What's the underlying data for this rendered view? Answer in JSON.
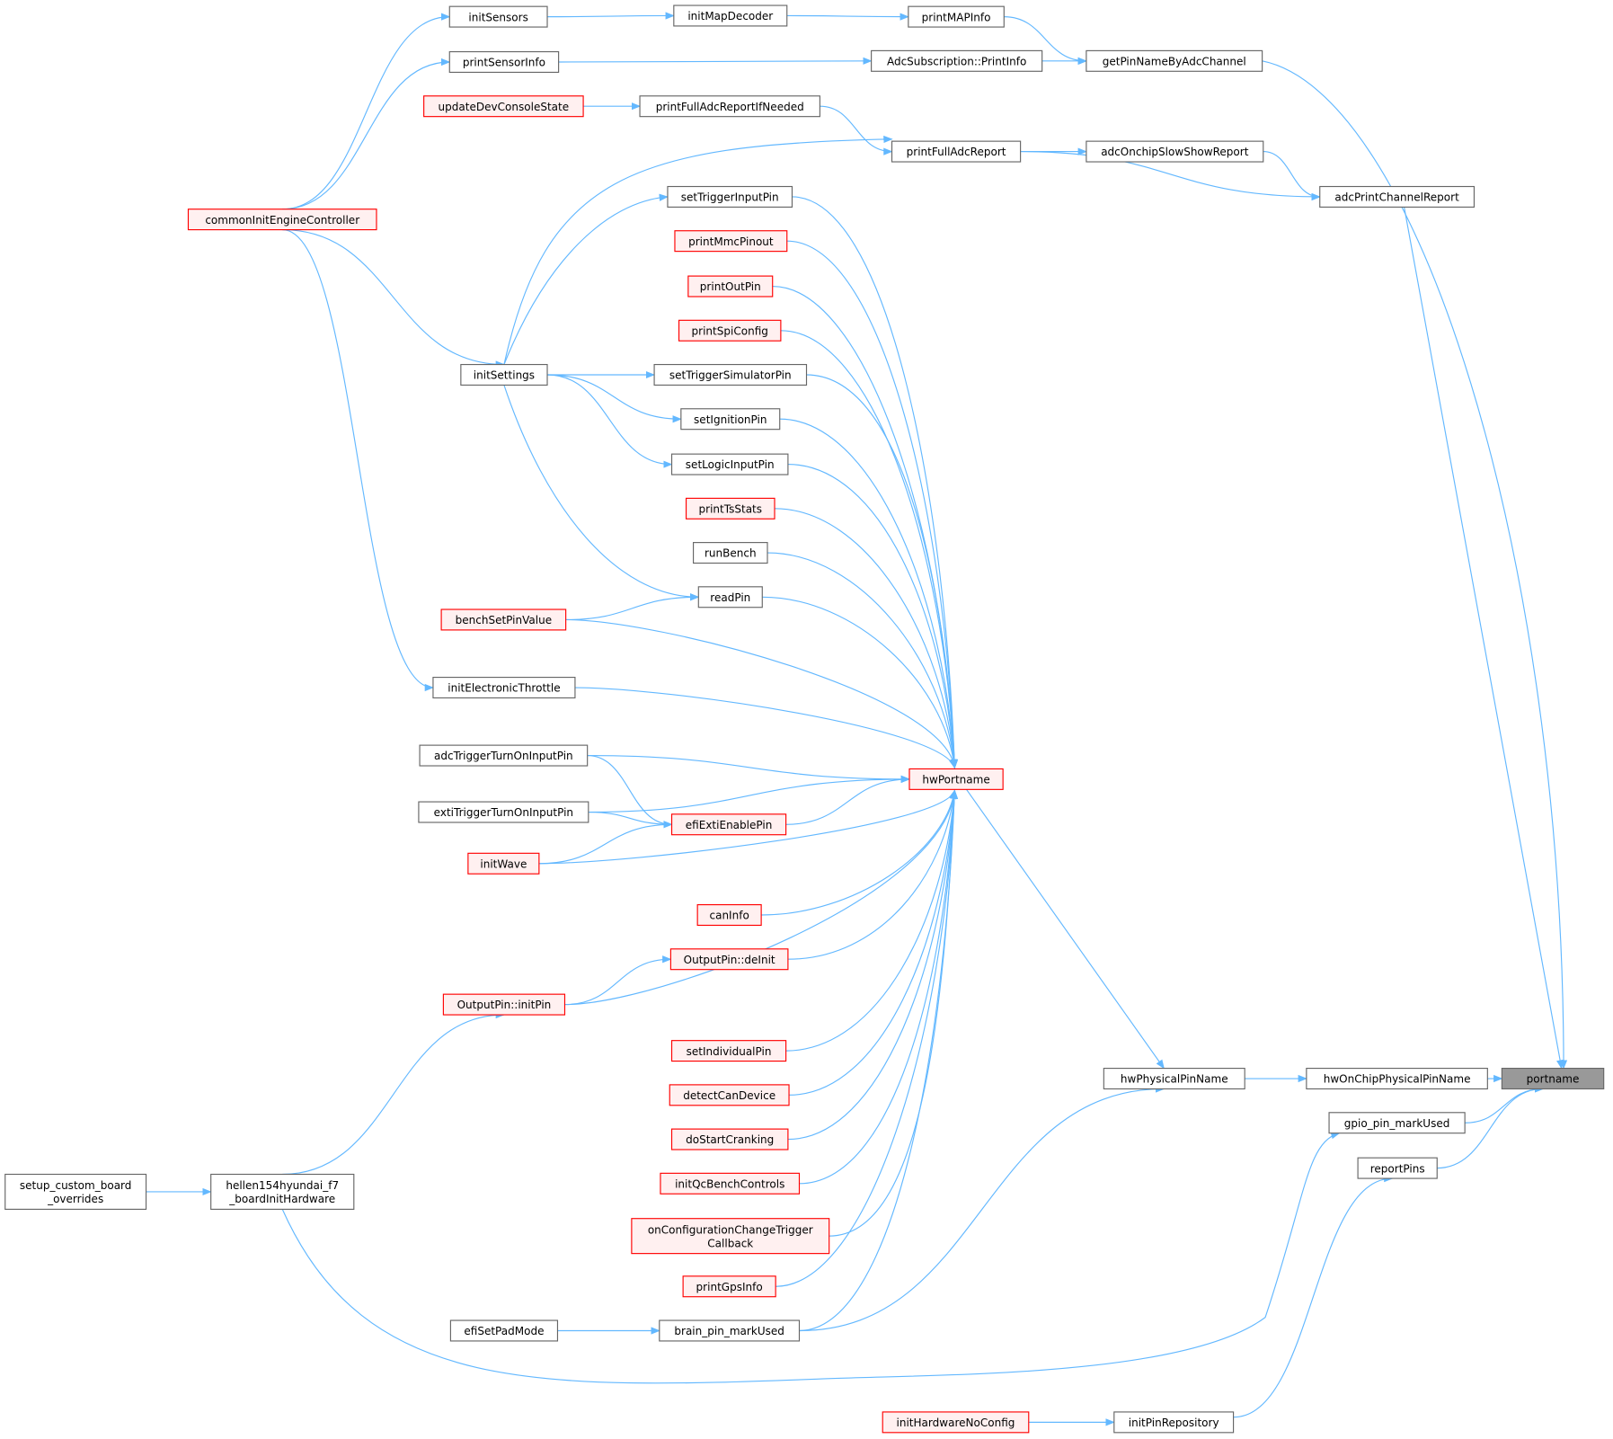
{
  "colors": {
    "edge": "#63b8ff",
    "red_border": "#ff0000",
    "red_fill": "#fff0f0",
    "gray_border": "#666666",
    "gray_fill": "#ffffff",
    "focus_fill": "#999999"
  },
  "nodes": [
    {
      "id": "initSensors",
      "label": [
        "initSensors"
      ],
      "style": "gray"
    },
    {
      "id": "initMapDecoder",
      "label": [
        "initMapDecoder"
      ],
      "style": "gray"
    },
    {
      "id": "printMAPInfo",
      "label": [
        "printMAPInfo"
      ],
      "style": "gray"
    },
    {
      "id": "printSensorInfo",
      "label": [
        "printSensorInfo"
      ],
      "style": "gray"
    },
    {
      "id": "adcSubPrintInfo",
      "label": [
        "AdcSubscription::PrintInfo"
      ],
      "style": "gray"
    },
    {
      "id": "getPinNameByAdcChannel",
      "label": [
        "getPinNameByAdcChannel"
      ],
      "style": "gray"
    },
    {
      "id": "updateDevConsoleState",
      "label": [
        "updateDevConsoleState"
      ],
      "style": "red"
    },
    {
      "id": "printFullAdcReportIfNeeded",
      "label": [
        "printFullAdcReportIfNeeded"
      ],
      "style": "gray"
    },
    {
      "id": "printFullAdcReport",
      "label": [
        "printFullAdcReport"
      ],
      "style": "gray"
    },
    {
      "id": "adcOnchipSlowShowReport",
      "label": [
        "adcOnchipSlowShowReport"
      ],
      "style": "gray"
    },
    {
      "id": "adcPrintChannelReport",
      "label": [
        "adcPrintChannelReport"
      ],
      "style": "gray"
    },
    {
      "id": "commonInitEngineController",
      "label": [
        "commonInitEngineController"
      ],
      "style": "red"
    },
    {
      "id": "setTriggerInputPin",
      "label": [
        "setTriggerInputPin"
      ],
      "style": "gray"
    },
    {
      "id": "printMmcPinout",
      "label": [
        "printMmcPinout"
      ],
      "style": "red"
    },
    {
      "id": "printOutPin",
      "label": [
        "printOutPin"
      ],
      "style": "red"
    },
    {
      "id": "printSpiConfig",
      "label": [
        "printSpiConfig"
      ],
      "style": "red"
    },
    {
      "id": "initSettings",
      "label": [
        "initSettings"
      ],
      "style": "gray"
    },
    {
      "id": "setTriggerSimulatorPin",
      "label": [
        "setTriggerSimulatorPin"
      ],
      "style": "gray"
    },
    {
      "id": "setIgnitionPin",
      "label": [
        "setIgnitionPin"
      ],
      "style": "gray"
    },
    {
      "id": "setLogicInputPin",
      "label": [
        "setLogicInputPin"
      ],
      "style": "gray"
    },
    {
      "id": "printTsStats",
      "label": [
        "printTsStats"
      ],
      "style": "red"
    },
    {
      "id": "runBench",
      "label": [
        "runBench"
      ],
      "style": "gray"
    },
    {
      "id": "readPin",
      "label": [
        "readPin"
      ],
      "style": "gray"
    },
    {
      "id": "benchSetPinValue",
      "label": [
        "benchSetPinValue"
      ],
      "style": "red"
    },
    {
      "id": "initElectronicThrottle",
      "label": [
        "initElectronicThrottle"
      ],
      "style": "gray"
    },
    {
      "id": "adcTriggerTurnOnInputPin",
      "label": [
        "adcTriggerTurnOnInputPin"
      ],
      "style": "gray"
    },
    {
      "id": "hwPortname",
      "label": [
        "hwPortname"
      ],
      "style": "red"
    },
    {
      "id": "extiTriggerTurnOnInputPin",
      "label": [
        "extiTriggerTurnOnInputPin"
      ],
      "style": "gray"
    },
    {
      "id": "efiExtiEnablePin",
      "label": [
        "efiExtiEnablePin"
      ],
      "style": "red"
    },
    {
      "id": "initWave",
      "label": [
        "initWave"
      ],
      "style": "red"
    },
    {
      "id": "canInfo",
      "label": [
        "canInfo"
      ],
      "style": "red"
    },
    {
      "id": "outputPinDeInit",
      "label": [
        "OutputPin::deInit"
      ],
      "style": "red"
    },
    {
      "id": "outputPinInitPin",
      "label": [
        "OutputPin::initPin"
      ],
      "style": "red"
    },
    {
      "id": "setIndividualPin",
      "label": [
        "setIndividualPin"
      ],
      "style": "red"
    },
    {
      "id": "detectCanDevice",
      "label": [
        "detectCanDevice"
      ],
      "style": "red"
    },
    {
      "id": "doStartCranking",
      "label": [
        "doStartCranking"
      ],
      "style": "red"
    },
    {
      "id": "initQcBenchControls",
      "label": [
        "initQcBenchControls"
      ],
      "style": "red"
    },
    {
      "id": "onConfigurationChangeTriggerCallback",
      "label": [
        "onConfigurationChangeTrigger",
        "Callback"
      ],
      "style": "red"
    },
    {
      "id": "printGpsInfo",
      "label": [
        "printGpsInfo"
      ],
      "style": "red"
    },
    {
      "id": "brainPinMarkUsed",
      "label": [
        "brain_pin_markUsed"
      ],
      "style": "gray"
    },
    {
      "id": "efiSetPadMode",
      "label": [
        "efiSetPadMode"
      ],
      "style": "gray"
    },
    {
      "id": "setupCustomBoardOverrides",
      "label": [
        "setup_custom_board",
        "_overrides"
      ],
      "style": "gray"
    },
    {
      "id": "hellenBoardInitHardware",
      "label": [
        "hellen154hyundai_f7",
        "_boardInitHardware"
      ],
      "style": "gray"
    },
    {
      "id": "hwPhysicalPinName",
      "label": [
        "hwPhysicalPinName"
      ],
      "style": "gray"
    },
    {
      "id": "hwOnChipPhysicalPinName",
      "label": [
        "hwOnChipPhysicalPinName"
      ],
      "style": "gray"
    },
    {
      "id": "portname",
      "label": [
        "portname"
      ],
      "style": "focus"
    },
    {
      "id": "gpioPinMarkUsed",
      "label": [
        "gpio_pin_markUsed"
      ],
      "style": "gray"
    },
    {
      "id": "reportPins",
      "label": [
        "reportPins"
      ],
      "style": "gray"
    },
    {
      "id": "initPinRepository",
      "label": [
        "initPinRepository"
      ],
      "style": "gray"
    },
    {
      "id": "initHardwareNoConfig",
      "label": [
        "initHardwareNoConfig"
      ],
      "style": "red"
    }
  ],
  "edges": [
    [
      "commonInitEngineController",
      "initSensors"
    ],
    [
      "commonInitEngineController",
      "printSensorInfo"
    ],
    [
      "commonInitEngineController",
      "initSettings"
    ],
    [
      "commonInitEngineController",
      "initElectronicThrottle"
    ],
    [
      "initSensors",
      "initMapDecoder"
    ],
    [
      "initMapDecoder",
      "printMAPInfo"
    ],
    [
      "printMAPInfo",
      "getPinNameByAdcChannel"
    ],
    [
      "printSensorInfo",
      "adcSubPrintInfo"
    ],
    [
      "adcSubPrintInfo",
      "getPinNameByAdcChannel"
    ],
    [
      "updateDevConsoleState",
      "printFullAdcReportIfNeeded"
    ],
    [
      "printFullAdcReportIfNeeded",
      "printFullAdcReport"
    ],
    [
      "initSettings",
      "printFullAdcReport"
    ],
    [
      "initSettings",
      "setTriggerInputPin"
    ],
    [
      "initSettings",
      "setTriggerSimulatorPin"
    ],
    [
      "initSettings",
      "setIgnitionPin"
    ],
    [
      "initSettings",
      "setLogicInputPin"
    ],
    [
      "initSettings",
      "readPin"
    ],
    [
      "printFullAdcReport",
      "adcOnchipSlowShowReport"
    ],
    [
      "adcOnchipSlowShowReport",
      "adcPrintChannelReport"
    ],
    [
      "printFullAdcReport",
      "adcPrintChannelReport"
    ],
    [
      "getPinNameByAdcChannel",
      "portname"
    ],
    [
      "adcPrintChannelReport",
      "portname"
    ],
    [
      "benchSetPinValue",
      "readPin"
    ],
    [
      "benchSetPinValue",
      "hwPortname"
    ],
    [
      "setTriggerInputPin",
      "hwPortname"
    ],
    [
      "printMmcPinout",
      "hwPortname"
    ],
    [
      "printOutPin",
      "hwPortname"
    ],
    [
      "printSpiConfig",
      "hwPortname"
    ],
    [
      "setTriggerSimulatorPin",
      "hwPortname"
    ],
    [
      "setIgnitionPin",
      "hwPortname"
    ],
    [
      "setLogicInputPin",
      "hwPortname"
    ],
    [
      "printTsStats",
      "hwPortname"
    ],
    [
      "runBench",
      "hwPortname"
    ],
    [
      "readPin",
      "hwPortname"
    ],
    [
      "initElectronicThrottle",
      "hwPortname"
    ],
    [
      "adcTriggerTurnOnInputPin",
      "hwPortname"
    ],
    [
      "extiTriggerTurnOnInputPin",
      "hwPortname"
    ],
    [
      "efiExtiEnablePin",
      "hwPortname"
    ],
    [
      "initWave",
      "hwPortname"
    ],
    [
      "canInfo",
      "hwPortname"
    ],
    [
      "outputPinDeInit",
      "hwPortname"
    ],
    [
      "outputPinInitPin",
      "hwPortname"
    ],
    [
      "setIndividualPin",
      "hwPortname"
    ],
    [
      "detectCanDevice",
      "hwPortname"
    ],
    [
      "doStartCranking",
      "hwPortname"
    ],
    [
      "initQcBenchControls",
      "hwPortname"
    ],
    [
      "onConfigurationChangeTriggerCallback",
      "hwPortname"
    ],
    [
      "printGpsInfo",
      "hwPortname"
    ],
    [
      "brainPinMarkUsed",
      "hwPortname"
    ],
    [
      "adcTriggerTurnOnInputPin",
      "efiExtiEnablePin"
    ],
    [
      "extiTriggerTurnOnInputPin",
      "efiExtiEnablePin"
    ],
    [
      "initWave",
      "efiExtiEnablePin"
    ],
    [
      "outputPinInitPin",
      "outputPinDeInit"
    ],
    [
      "hellenBoardInitHardware",
      "outputPinInitPin"
    ],
    [
      "setupCustomBoardOverrides",
      "hellenBoardInitHardware"
    ],
    [
      "hellenBoardInitHardware",
      "gpioPinMarkUsed"
    ],
    [
      "efiSetPadMode",
      "brainPinMarkUsed"
    ],
    [
      "brainPinMarkUsed",
      "hwPhysicalPinName"
    ],
    [
      "hwPortname",
      "hwPhysicalPinName"
    ],
    [
      "hwPhysicalPinName",
      "hwOnChipPhysicalPinName"
    ],
    [
      "hwOnChipPhysicalPinName",
      "portname"
    ],
    [
      "gpioPinMarkUsed",
      "portname"
    ],
    [
      "reportPins",
      "portname"
    ],
    [
      "initPinRepository",
      "reportPins"
    ],
    [
      "initHardwareNoConfig",
      "initPinRepository"
    ]
  ]
}
